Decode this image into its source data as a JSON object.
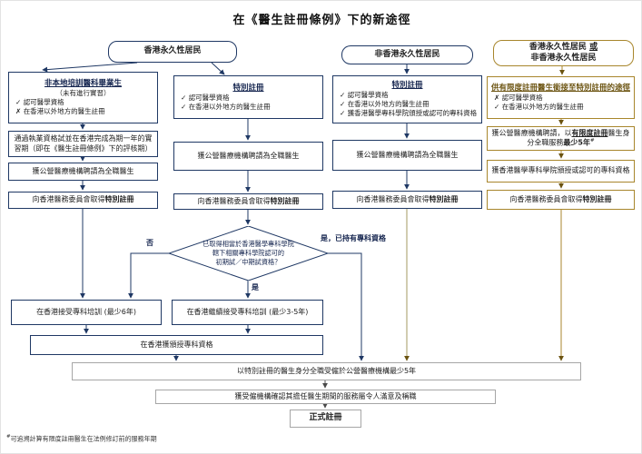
{
  "title": "在《醫生註冊條例》下的新途徑",
  "colors": {
    "navy": "#1f3864",
    "gold": "#a8862c",
    "gray": "#a6a6a6"
  },
  "top": {
    "hk_resident": "香港永久性居民",
    "non_hk_resident": "非香港永久性居民",
    "mixed_line1_prefix": "香港永久性居民 ",
    "mixed_line1_or": "或",
    "mixed_line2": "非香港永久性居民"
  },
  "common": {
    "employed_public": "獲公營醫療機構聘請為全職醫生",
    "obtain_prefix": "向香港醫務委員會取得",
    "obtain_bold": "特別註冊"
  },
  "col1": {
    "heading": "非本地培訓醫科畢業生",
    "subheading": "（未有進行實習）",
    "items": [
      {
        "mark": "✓",
        "text": "認可醫學資格"
      },
      {
        "mark": "✗",
        "text": "在香港以外地方的醫生註冊"
      }
    ],
    "exam_box": "通過執業資格試並在香港完成為期一年的實習期（即在《醫生註冊條例》下的評核期）"
  },
  "col2": {
    "heading": "特別註冊",
    "items": [
      {
        "mark": "✓",
        "text": "認可醫學資格"
      },
      {
        "mark": "✓",
        "text": "在香港以外地方的醫生註冊"
      }
    ]
  },
  "col3": {
    "heading": "特別註冊",
    "items": [
      {
        "mark": "✓",
        "text": "認可醫學資格"
      },
      {
        "mark": "✓",
        "text": "在香港以外地方的醫生註冊"
      },
      {
        "mark": "✓",
        "text": "獲香港醫學專科學院頒授或認可的專科資格"
      }
    ]
  },
  "col4": {
    "heading": "供有限度註冊醫生銜接至特別註冊的途徑",
    "items": [
      {
        "mark": "✗",
        "text": "認可醫學資格"
      },
      {
        "mark": "✓",
        "text": "在香港以外地方的醫生註冊"
      }
    ],
    "employ_p1": "獲公營醫療機構聘請，以",
    "employ_p2": "有限度註冊",
    "employ_p3": "醫生身分全職服務",
    "employ_p4": "最少5年",
    "employ_sup": "#",
    "academy": "獲香港醫學專科學院頒授或認可的專科資格"
  },
  "decision": {
    "line1": "已取得相當於香港醫學專科學院",
    "line2": "轄下相關專科學院認可的",
    "line3": "初期試／中期試資格？",
    "no_label": "否",
    "yes_label": "是",
    "yes_specialist_label": "是，已持有專科資格"
  },
  "training": {
    "six_years": "在香港接受專科培訓 (最少6年)",
    "three_five_years": "在香港繼續接受專科培訓 (最少3-5年)",
    "qualification": "在香港獲頒授專科資格"
  },
  "bottom": {
    "employment5y": "以特別註冊的醫生身分全職受僱於公營醫療機構最少5年",
    "confirm": "獲受僱機構確認其擔任醫生期間的服務屬令人滿意及稱職",
    "full_reg": "正式註冊"
  },
  "footnote": {
    "sup": "#",
    "text": "可追溯計算有限度註冊醫生在法例修訂前的服務年期"
  }
}
